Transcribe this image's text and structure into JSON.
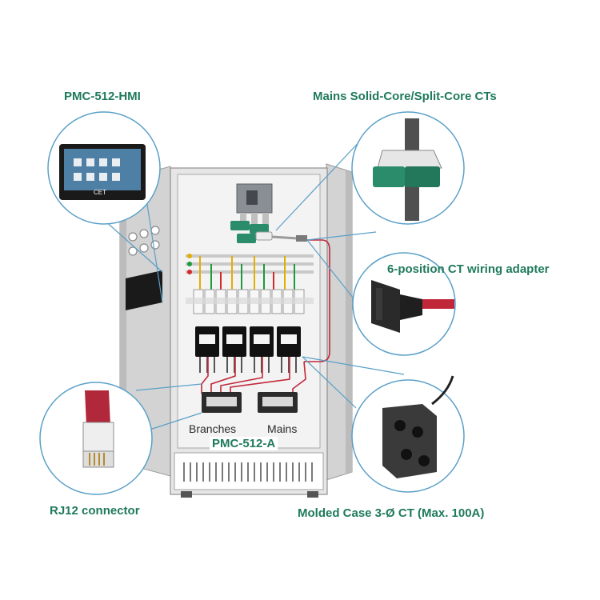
{
  "labels": {
    "hmi": "PMC-512-HMI",
    "mains_ct": "Mains Solid-Core/Split-Core CTs",
    "wiring_adapter": "6-position CT wiring adapter",
    "rj12": "RJ12 connector",
    "molded_ct": "Molded Case 3-Ø CT (Max. 100A)",
    "branches": "Branches",
    "mains": "Mains",
    "panel_model": "PMC-512-A",
    "hmi_brand": "CET"
  },
  "colors": {
    "accent_green": "#1f7a5c",
    "callout_line": "#5aa0c8",
    "cable_red": "#c0283a",
    "cabinet_gray": "#d7d7d7"
  }
}
